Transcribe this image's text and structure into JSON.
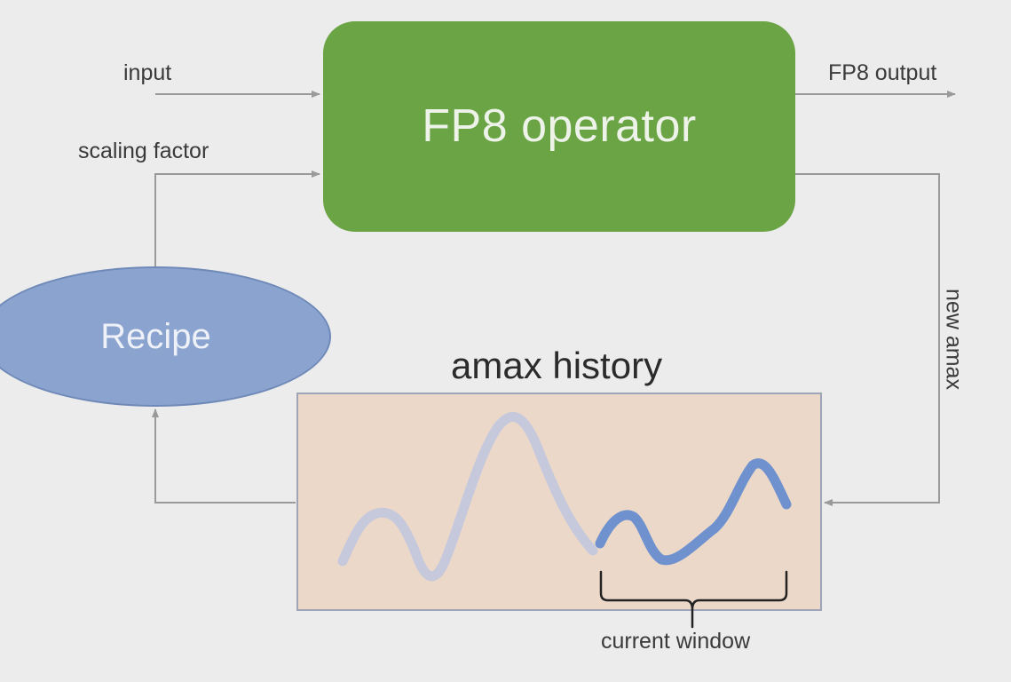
{
  "labels": {
    "input": "input",
    "scaling_factor": "scaling factor",
    "fp8_output": "FP8 output",
    "new_amax": "new amax",
    "current_window": "current window"
  },
  "operator": {
    "title": "FP8 operator",
    "color": "#6ba444"
  },
  "recipe": {
    "title": "Recipe",
    "color": "#8aa3cf"
  },
  "history": {
    "title": "amax history",
    "background": "#ecd8c9",
    "old_color": "#c6c9dc",
    "window_color": "#6f92cf"
  }
}
